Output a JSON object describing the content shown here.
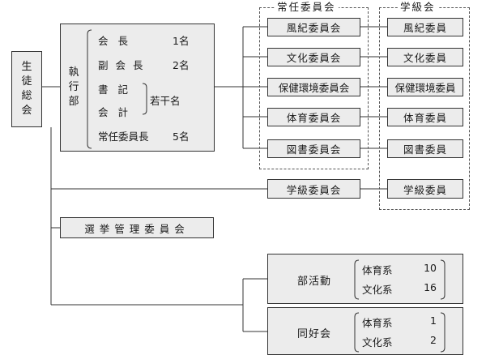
{
  "student_council": {
    "label": [
      "生",
      "徒",
      "総",
      "会"
    ]
  },
  "executive": {
    "label": [
      "執",
      "行",
      "部"
    ],
    "roles": [
      {
        "title": "会長",
        "count": "1名"
      },
      {
        "title": "副会長",
        "count": "2名"
      },
      {
        "title": "書記",
        "count": ""
      },
      {
        "title": "会計",
        "count": ""
      },
      {
        "title": "常任委員長",
        "count": "5名"
      }
    ],
    "clerk_treasurer_count": "若干名"
  },
  "standing_committees": {
    "title": "常任委員会",
    "items": [
      "風紀委員会",
      "文化委員会",
      "保健環境委員会",
      "体育委員会",
      "図書委員会"
    ]
  },
  "class_council_group": {
    "title": "学級会",
    "items": [
      "風紀委員",
      "文化委員",
      "保健環境委員",
      "体育委員",
      "図書委員"
    ]
  },
  "class_committee": {
    "label": "学級委員会",
    "member": "学級委員"
  },
  "election_committee": {
    "label": "選挙管理委員会"
  },
  "clubs": {
    "label": "部活動",
    "groups": [
      {
        "name": "体育系",
        "count": "10"
      },
      {
        "name": "文化系",
        "count": "16"
      }
    ]
  },
  "hobby_groups": {
    "label": "同好会",
    "groups": [
      {
        "name": "体育系",
        "count": "1"
      },
      {
        "name": "文化系",
        "count": "2"
      }
    ]
  }
}
